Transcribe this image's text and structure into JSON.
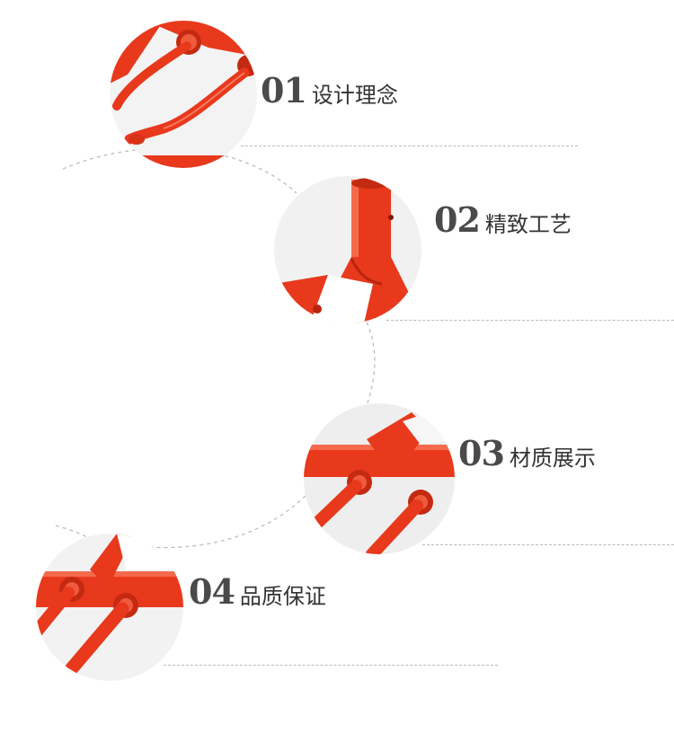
{
  "features": [
    {
      "number": "01",
      "title": "设计理念",
      "image": "red-hook-tips"
    },
    {
      "number": "02",
      "title": "精致工艺",
      "image": "red-tube-joint"
    },
    {
      "number": "03",
      "title": "材质展示",
      "image": "red-bar-with-pegs"
    },
    {
      "number": "04",
      "title": "品质保证",
      "image": "red-bar-with-pegs-closeup"
    }
  ],
  "colors": {
    "accent": "#e8391d",
    "accent_dark": "#b8240f",
    "text": "#333333",
    "number": "#4a4a4a",
    "dash": "#b8b8b8"
  }
}
